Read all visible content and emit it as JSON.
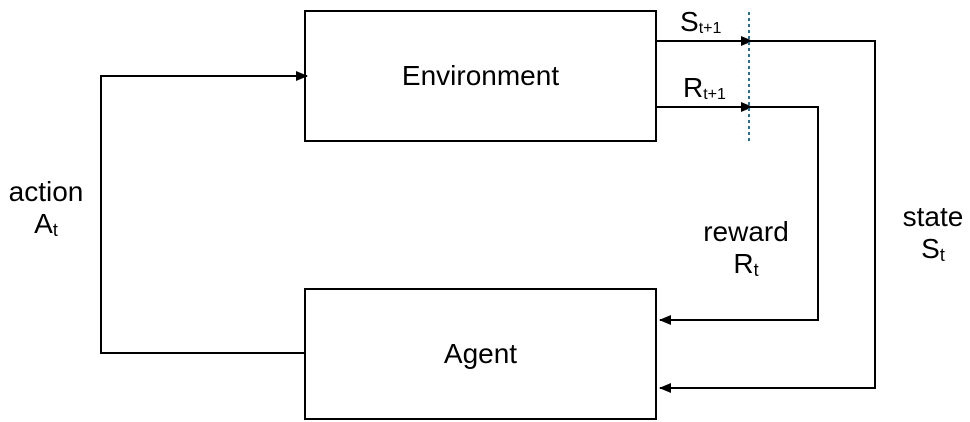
{
  "diagram": {
    "environment": {
      "label": "Environment"
    },
    "agent": {
      "label": "Agent"
    },
    "next_state": {
      "symbol": "S",
      "subscript": "t+1"
    },
    "next_reward": {
      "symbol": "R",
      "subscript": "t+1"
    },
    "action": {
      "word": "action",
      "symbol": "A",
      "subscript": "t"
    },
    "reward": {
      "word": "reward",
      "symbol": "R",
      "subscript": "t"
    },
    "state": {
      "word": "state",
      "symbol": "S",
      "subscript": "t"
    },
    "colors": {
      "line": "#000000",
      "divider": "#2a6f8f"
    }
  }
}
